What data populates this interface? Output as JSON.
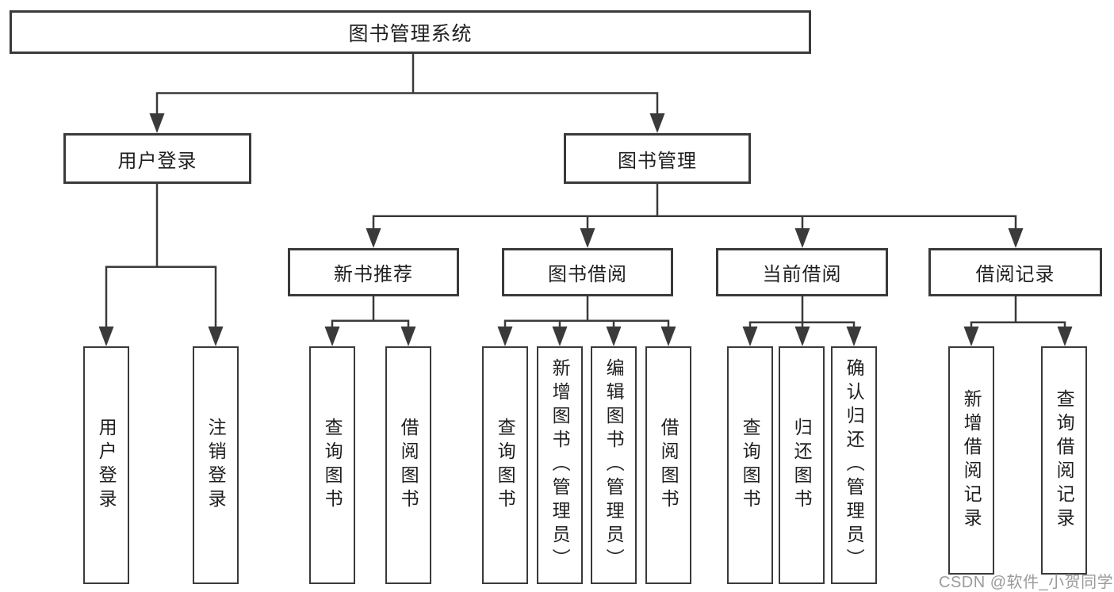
{
  "diagram": {
    "root_label": "图书管理系统",
    "user_branch": {
      "label": "用户登录",
      "children": [
        "用户登录",
        "注销登录"
      ]
    },
    "book_branch": {
      "label": "图书管理",
      "sections": [
        {
          "label": "新书推荐",
          "children": [
            "查询图书",
            "借阅图书"
          ]
        },
        {
          "label": "图书借阅",
          "children": [
            "查询图书",
            "新增图书（管理员）",
            "编辑图书（管理员）",
            "借阅图书"
          ]
        },
        {
          "label": "当前借阅",
          "children": [
            "查询图书",
            "归还图书",
            "确认归还（管理员）"
          ]
        },
        {
          "label": "借阅记录",
          "children": [
            "新增借阅记录",
            "查询借阅记录"
          ]
        }
      ]
    },
    "colors": {
      "line": "#3a3a3a",
      "text": "#1f1f1f",
      "watermark": "#9b9b9b"
    },
    "watermark": "CSDN @软件_小贺同学"
  }
}
